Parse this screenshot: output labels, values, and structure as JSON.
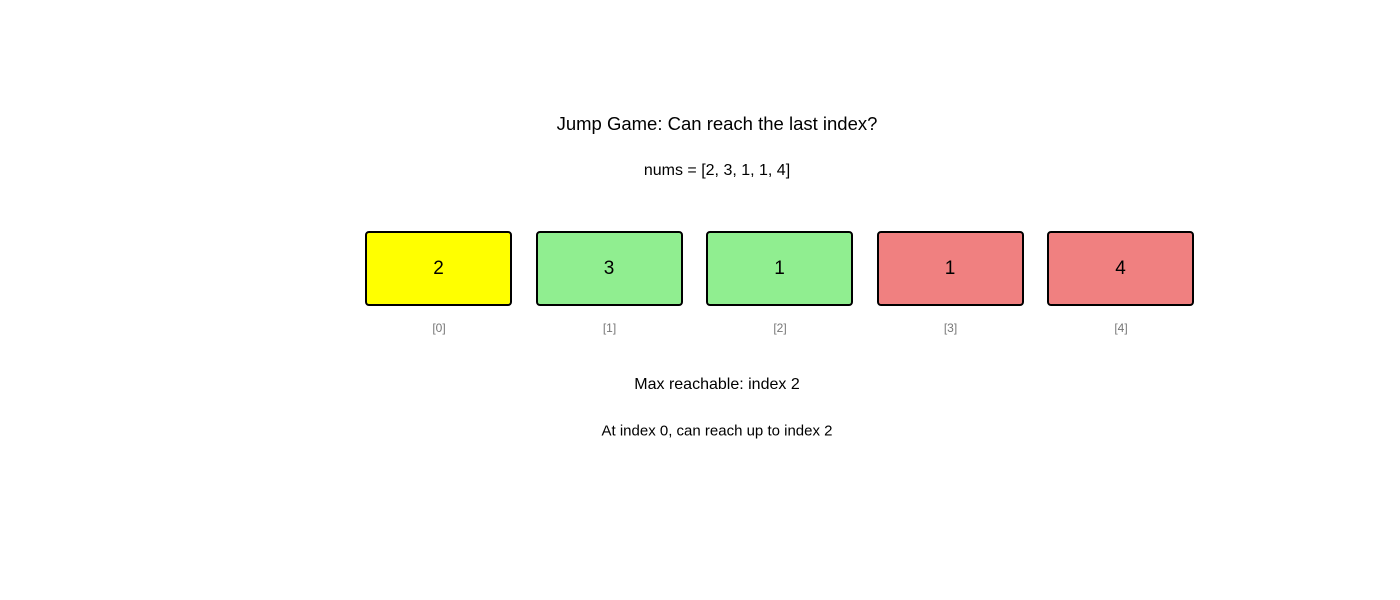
{
  "title": "Jump Game: Can reach the last index?",
  "nums_label": "nums = [2, 3, 1, 1, 4]",
  "cells": [
    {
      "value": "2",
      "index": "[0]",
      "color": "#ffff00",
      "state": "current"
    },
    {
      "value": "3",
      "index": "[1]",
      "color": "#90ee90",
      "state": "reachable"
    },
    {
      "value": "1",
      "index": "[2]",
      "color": "#90ee90",
      "state": "reachable"
    },
    {
      "value": "1",
      "index": "[3]",
      "color": "#f08080",
      "state": "unreachable"
    },
    {
      "value": "4",
      "index": "[4]",
      "color": "#f08080",
      "state": "unreachable"
    }
  ],
  "max_reachable": "Max reachable: index 2",
  "note": "At index 0, can reach up to index 2"
}
